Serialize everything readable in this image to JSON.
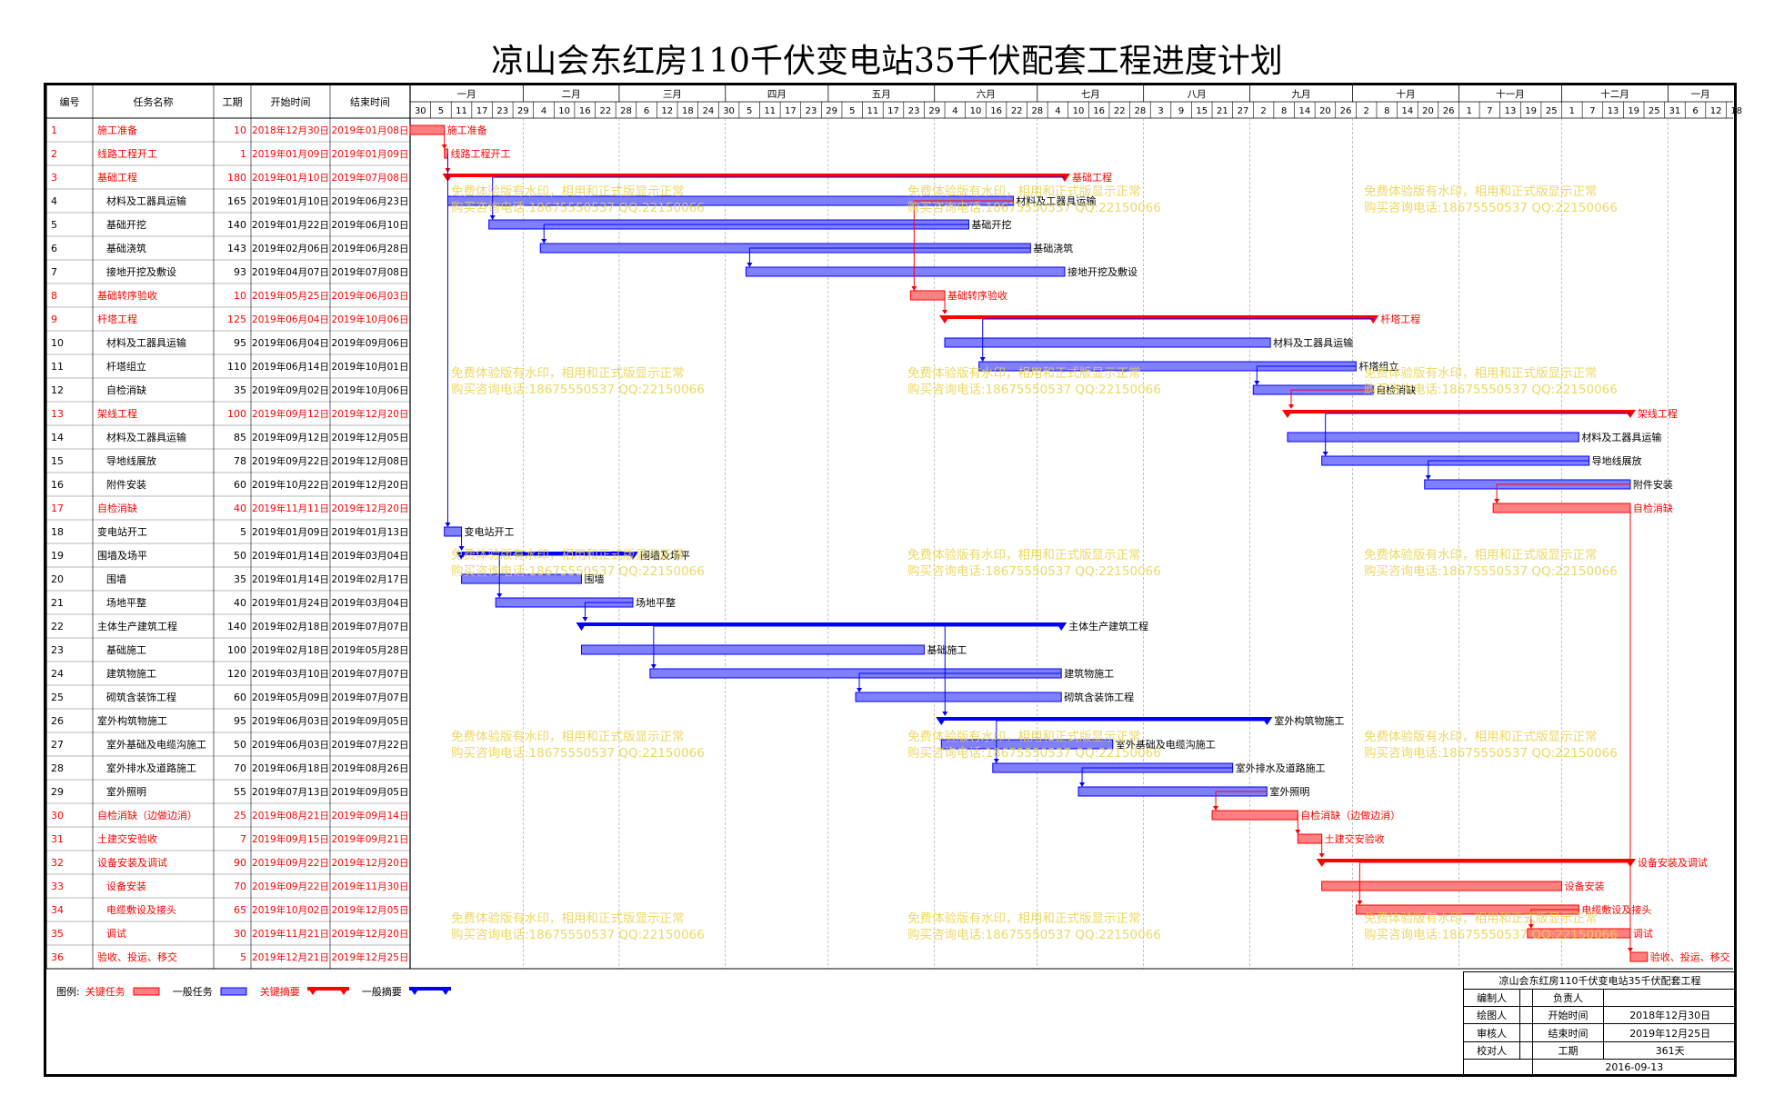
{
  "title": "凉山会东红房110千伏变电站35千伏配套工程进度计划",
  "chart_data": {
    "type": "gantt",
    "columns": [
      "编号",
      "任务名称",
      "工期",
      "开始时间",
      "结束时间"
    ],
    "months": [
      "一月",
      "二月",
      "三月",
      "四月",
      "五月",
      "六月",
      "七月",
      "八月",
      "九月",
      "十月",
      "十一月",
      "十二月",
      "一月"
    ],
    "day_ticks": [
      {
        "month": "2018-12",
        "days": [
          30
        ]
      },
      {
        "month": "2019-01",
        "days": [
          5,
          11,
          17,
          23,
          29
        ]
      },
      {
        "month": "2019-02",
        "days": [
          4,
          10,
          16,
          22,
          28
        ]
      },
      {
        "month": "2019-03",
        "days": [
          6,
          12,
          18,
          24,
          30
        ]
      },
      {
        "month": "2019-04",
        "days": [
          5,
          11,
          17,
          23,
          29
        ]
      },
      {
        "month": "2019-05",
        "days": [
          5,
          11,
          17,
          23,
          29
        ]
      },
      {
        "month": "2019-06",
        "days": [
          4,
          10,
          16,
          22,
          28
        ]
      },
      {
        "month": "2019-07",
        "days": [
          4,
          10,
          16,
          22,
          28
        ]
      },
      {
        "month": "2019-08",
        "days": [
          3,
          9,
          15,
          21,
          27
        ]
      },
      {
        "month": "2019-09",
        "days": [
          2,
          8,
          14,
          20,
          26
        ]
      },
      {
        "month": "2019-10",
        "days": [
          2,
          8,
          14,
          20,
          26
        ]
      },
      {
        "month": "2019-11",
        "days": [
          1,
          7,
          13,
          19,
          25
        ]
      },
      {
        "month": "2019-12",
        "days": [
          1,
          7,
          13,
          19,
          25,
          31
        ]
      },
      {
        "month": "2020-01",
        "days": [
          6,
          12,
          18
        ]
      }
    ],
    "tasks": [
      {
        "id": "1",
        "name": "施工准备",
        "dur": "10",
        "start": "2018-12-30",
        "end": "2019-01-08",
        "start_label": "2018年12月30日",
        "end_label": "2019年01月08日",
        "kind": "critical",
        "indent": 0,
        "bar_label": "施工准备",
        "label_side": "right"
      },
      {
        "id": "2",
        "name": "线路工程开工",
        "dur": "1",
        "start": "2019-01-09",
        "end": "2019-01-09",
        "start_label": "2019年01月09日",
        "end_label": "2019年01月09日",
        "kind": "critical",
        "indent": 0,
        "bar_label": "线路工程开工",
        "label_side": "right"
      },
      {
        "id": "3",
        "name": "基础工程",
        "dur": "180",
        "start": "2019-01-10",
        "end": "2019-07-08",
        "start_label": "2019年01月10日",
        "end_label": "2019年07月08日",
        "kind": "critical-summary",
        "indent": 0,
        "bar_label": "基础工程",
        "label_side": "right"
      },
      {
        "id": "4",
        "name": "材料及工器具运输",
        "dur": "165",
        "start": "2019-01-10",
        "end": "2019-06-23",
        "start_label": "2019年01月10日",
        "end_label": "2019年06月23日",
        "kind": "normal",
        "indent": 1,
        "bar_label": "材料及工器具运输",
        "label_side": "right"
      },
      {
        "id": "5",
        "name": "基础开挖",
        "dur": "140",
        "start": "2019-01-22",
        "end": "2019-06-10",
        "start_label": "2019年01月22日",
        "end_label": "2019年06月10日",
        "kind": "normal",
        "indent": 1,
        "bar_label": "基础开挖",
        "label_side": "right"
      },
      {
        "id": "6",
        "name": "基础浇筑",
        "dur": "143",
        "start": "2019-02-06",
        "end": "2019-06-28",
        "start_label": "2019年02月06日",
        "end_label": "2019年06月28日",
        "kind": "normal",
        "indent": 1,
        "bar_label": "基础浇筑",
        "label_side": "right"
      },
      {
        "id": "7",
        "name": "接地开挖及敷设",
        "dur": "93",
        "start": "2019-04-07",
        "end": "2019-07-08",
        "start_label": "2019年04月07日",
        "end_label": "2019年07月08日",
        "kind": "normal",
        "indent": 1,
        "bar_label": "接地开挖及敷设",
        "label_side": "right"
      },
      {
        "id": "8",
        "name": "基础转序验收",
        "dur": "10",
        "start": "2019-05-25",
        "end": "2019-06-03",
        "start_label": "2019年05月25日",
        "end_label": "2019年06月03日",
        "kind": "critical",
        "indent": 0,
        "bar_label": "基础转序验收",
        "label_side": "right"
      },
      {
        "id": "9",
        "name": "杆塔工程",
        "dur": "125",
        "start": "2019-06-04",
        "end": "2019-10-06",
        "start_label": "2019年06月04日",
        "end_label": "2019年10月06日",
        "kind": "critical-summary",
        "indent": 0,
        "bar_label": "杆塔工程",
        "label_side": "right"
      },
      {
        "id": "10",
        "name": "材料及工器具运输",
        "dur": "95",
        "start": "2019-06-04",
        "end": "2019-09-06",
        "start_label": "2019年06月04日",
        "end_label": "2019年09月06日",
        "kind": "normal",
        "indent": 1,
        "bar_label": "材料及工器具运输",
        "label_side": "right"
      },
      {
        "id": "11",
        "name": "杆塔组立",
        "dur": "110",
        "start": "2019-06-14",
        "end": "2019-10-01",
        "start_label": "2019年06月14日",
        "end_label": "2019年10月01日",
        "kind": "normal",
        "indent": 1,
        "bar_label": "杆塔组立",
        "label_side": "right"
      },
      {
        "id": "12",
        "name": "自检消缺",
        "dur": "35",
        "start": "2019-09-02",
        "end": "2019-10-06",
        "start_label": "2019年09月02日",
        "end_label": "2019年10月06日",
        "kind": "normal",
        "indent": 1,
        "bar_label": "自检消缺",
        "label_side": "right"
      },
      {
        "id": "13",
        "name": "架线工程",
        "dur": "100",
        "start": "2019-09-12",
        "end": "2019-12-20",
        "start_label": "2019年09月12日",
        "end_label": "2019年12月20日",
        "kind": "critical-summary",
        "indent": 0,
        "bar_label": "架线工程",
        "label_side": "right"
      },
      {
        "id": "14",
        "name": "材料及工器具运输",
        "dur": "85",
        "start": "2019-09-12",
        "end": "2019-12-05",
        "start_label": "2019年09月12日",
        "end_label": "2019年12月05日",
        "kind": "normal",
        "indent": 1,
        "bar_label": "材料及工器具运输",
        "label_side": "right"
      },
      {
        "id": "15",
        "name": "导地线展放",
        "dur": "78",
        "start": "2019-09-22",
        "end": "2019-12-08",
        "start_label": "2019年09月22日",
        "end_label": "2019年12月08日",
        "kind": "normal",
        "indent": 1,
        "bar_label": "导地线展放",
        "label_side": "right"
      },
      {
        "id": "16",
        "name": "附件安装",
        "dur": "60",
        "start": "2019-10-22",
        "end": "2019-12-20",
        "start_label": "2019年10月22日",
        "end_label": "2019年12月20日",
        "kind": "normal",
        "indent": 1,
        "bar_label": "附件安装",
        "label_side": "right"
      },
      {
        "id": "17",
        "name": "自检消缺",
        "dur": "40",
        "start": "2019-11-11",
        "end": "2019-12-20",
        "start_label": "2019年11月11日",
        "end_label": "2019年12月20日",
        "kind": "critical",
        "indent": 0,
        "bar_label": "自检消缺",
        "label_side": "right"
      },
      {
        "id": "18",
        "name": "变电站开工",
        "dur": "5",
        "start": "2019-01-09",
        "end": "2019-01-13",
        "start_label": "2019年01月09日",
        "end_label": "2019年01月13日",
        "kind": "normal",
        "indent": 0,
        "bar_label": "变电站开工",
        "label_side": "right"
      },
      {
        "id": "19",
        "name": "围墙及场平",
        "dur": "50",
        "start": "2019-01-14",
        "end": "2019-03-04",
        "start_label": "2019年01月14日",
        "end_label": "2019年03月04日",
        "kind": "normal-summary",
        "indent": 0,
        "bar_label": "围墙及场平",
        "label_side": "right"
      },
      {
        "id": "20",
        "name": "围墙",
        "dur": "35",
        "start": "2019-01-14",
        "end": "2019-02-17",
        "start_label": "2019年01月14日",
        "end_label": "2019年02月17日",
        "kind": "normal",
        "indent": 1,
        "bar_label": "围墙",
        "label_side": "right"
      },
      {
        "id": "21",
        "name": "场地平整",
        "dur": "40",
        "start": "2019-01-24",
        "end": "2019-03-04",
        "start_label": "2019年01月24日",
        "end_label": "2019年03月04日",
        "kind": "normal",
        "indent": 1,
        "bar_label": "场地平整",
        "label_side": "right"
      },
      {
        "id": "22",
        "name": "主体生产建筑工程",
        "dur": "140",
        "start": "2019-02-18",
        "end": "2019-07-07",
        "start_label": "2019年02月18日",
        "end_label": "2019年07月07日",
        "kind": "normal-summary",
        "indent": 0,
        "bar_label": "主体生产建筑工程",
        "label_side": "right"
      },
      {
        "id": "23",
        "name": "基础施工",
        "dur": "100",
        "start": "2019-02-18",
        "end": "2019-05-28",
        "start_label": "2019年02月18日",
        "end_label": "2019年05月28日",
        "kind": "normal",
        "indent": 1,
        "bar_label": "基础施工",
        "label_side": "right"
      },
      {
        "id": "24",
        "name": "建筑物施工",
        "dur": "120",
        "start": "2019-03-10",
        "end": "2019-07-07",
        "start_label": "2019年03月10日",
        "end_label": "2019年07月07日",
        "kind": "normal",
        "indent": 1,
        "bar_label": "建筑物施工",
        "label_side": "right"
      },
      {
        "id": "25",
        "name": "砌筑含装饰工程",
        "dur": "60",
        "start": "2019-05-09",
        "end": "2019-07-07",
        "start_label": "2019年05月09日",
        "end_label": "2019年07月07日",
        "kind": "normal",
        "indent": 1,
        "bar_label": "砌筑含装饰工程",
        "label_side": "right"
      },
      {
        "id": "26",
        "name": "室外构筑物施工",
        "dur": "95",
        "start": "2019-06-03",
        "end": "2019-09-05",
        "start_label": "2019年06月03日",
        "end_label": "2019年09月05日",
        "kind": "normal-summary",
        "indent": 0,
        "bar_label": "室外构筑物施工",
        "label_side": "right"
      },
      {
        "id": "27",
        "name": "室外基础及电缆沟施工",
        "dur": "50",
        "start": "2019-06-03",
        "end": "2019-07-22",
        "start_label": "2019年06月03日",
        "end_label": "2019年07月22日",
        "kind": "normal",
        "indent": 1,
        "bar_label": "室外基础及电缆沟施工",
        "label_side": "right"
      },
      {
        "id": "28",
        "name": "室外排水及道路施工",
        "dur": "70",
        "start": "2019-06-18",
        "end": "2019-08-26",
        "start_label": "2019年06月18日",
        "end_label": "2019年08月26日",
        "kind": "normal",
        "indent": 1,
        "bar_label": "室外排水及道路施工",
        "label_side": "right"
      },
      {
        "id": "29",
        "name": "室外照明",
        "dur": "55",
        "start": "2019-07-13",
        "end": "2019-09-05",
        "start_label": "2019年07月13日",
        "end_label": "2019年09月05日",
        "kind": "normal",
        "indent": 1,
        "bar_label": "室外照明",
        "label_side": "right"
      },
      {
        "id": "30",
        "name": "自检消缺（边做边消）",
        "dur": "25",
        "start": "2019-08-21",
        "end": "2019-09-14",
        "start_label": "2019年08月21日",
        "end_label": "2019年09月14日",
        "kind": "critical",
        "indent": 0,
        "bar_label": "自检消缺（边做边消）",
        "label_side": "right"
      },
      {
        "id": "31",
        "name": "土建交安验收",
        "dur": "7",
        "start": "2019-09-15",
        "end": "2019-09-21",
        "start_label": "2019年09月15日",
        "end_label": "2019年09月21日",
        "kind": "critical",
        "indent": 0,
        "bar_label": "土建交安验收",
        "label_side": "right"
      },
      {
        "id": "32",
        "name": "设备安装及调试",
        "dur": "90",
        "start": "2019-09-22",
        "end": "2019-12-20",
        "start_label": "2019年09月22日",
        "end_label": "2019年12月20日",
        "kind": "critical-summary",
        "indent": 0,
        "bar_label": "设备安装及调试",
        "label_side": "right"
      },
      {
        "id": "33",
        "name": "设备安装",
        "dur": "70",
        "start": "2019-09-22",
        "end": "2019-11-30",
        "start_label": "2019年09月22日",
        "end_label": "2019年11月30日",
        "kind": "critical",
        "indent": 1,
        "bar_label": "设备安装",
        "label_side": "right"
      },
      {
        "id": "34",
        "name": "电缆敷设及接头",
        "dur": "65",
        "start": "2019-10-02",
        "end": "2019-12-05",
        "start_label": "2019年10月02日",
        "end_label": "2019年12月05日",
        "kind": "critical",
        "indent": 1,
        "bar_label": "电缆敷设及接头",
        "label_side": "right"
      },
      {
        "id": "35",
        "name": "调试",
        "dur": "30",
        "start": "2019-11-21",
        "end": "2019-12-20",
        "start_label": "2019年11月21日",
        "end_label": "2019年12月20日",
        "kind": "critical",
        "indent": 1,
        "bar_label": "调试",
        "label_side": "right"
      },
      {
        "id": "36",
        "name": "验收、投运、移交",
        "dur": "5",
        "start": "2019-12-21",
        "end": "2019-12-25",
        "start_label": "2019年12月21日",
        "end_label": "2019年12月25日",
        "kind": "critical",
        "indent": 0,
        "bar_label": "验收、投运、移交",
        "label_side": "right"
      }
    ],
    "links": [
      [
        1,
        2
      ],
      [
        2,
        3
      ],
      [
        3,
        5
      ],
      [
        5,
        6
      ],
      [
        6,
        7
      ],
      [
        4,
        8
      ],
      [
        8,
        9
      ],
      [
        9,
        11
      ],
      [
        11,
        12
      ],
      [
        12,
        13
      ],
      [
        13,
        15
      ],
      [
        15,
        16
      ],
      [
        16,
        17
      ],
      [
        2,
        18
      ],
      [
        18,
        19
      ],
      [
        19,
        21
      ],
      [
        21,
        22
      ],
      [
        22,
        24
      ],
      [
        24,
        25
      ],
      [
        22,
        26
      ],
      [
        26,
        28
      ],
      [
        28,
        29
      ],
      [
        29,
        30
      ],
      [
        30,
        31
      ],
      [
        31,
        32
      ],
      [
        32,
        34
      ],
      [
        34,
        35
      ],
      [
        17,
        36
      ]
    ],
    "colors": {
      "critical": "#ff0000",
      "critical_fill": "#ff8080",
      "normal": "#0000ff",
      "normal_fill": "#8080ff",
      "critical_text": "#ff0000",
      "normal_text": "#000000"
    }
  },
  "legend": {
    "label": "图例:",
    "items": [
      {
        "text": "关键任务",
        "type": "critical-bar",
        "color": "#ff0000"
      },
      {
        "text": "一般任务",
        "type": "normal-bar",
        "color": "#000000"
      },
      {
        "text": "关键摘要",
        "type": "critical-summary",
        "color": "#ff0000"
      },
      {
        "text": "一般摘要",
        "type": "normal-summary",
        "color": "#000000"
      }
    ]
  },
  "info_block": {
    "project": "凉山会东红房110千伏变电站35千伏配套工程",
    "prepared_by_label": "编制人",
    "responsible_label": "负责人",
    "drawn_by_label": "绘图人",
    "start_label": "开始时间",
    "start_value": "2018年12月30日",
    "reviewed_by_label": "审核人",
    "end_label": "结束时间",
    "end_value": "2019年12月25日",
    "checked_by_label": "校对人",
    "duration_label": "工期",
    "duration_value": "361天",
    "date": "2016-09-13"
  },
  "watermark": {
    "line1": "免费体验版有水印，相用和正式版显示正常",
    "line2": "购买咨询电话:18675550537 QQ:22150066"
  }
}
